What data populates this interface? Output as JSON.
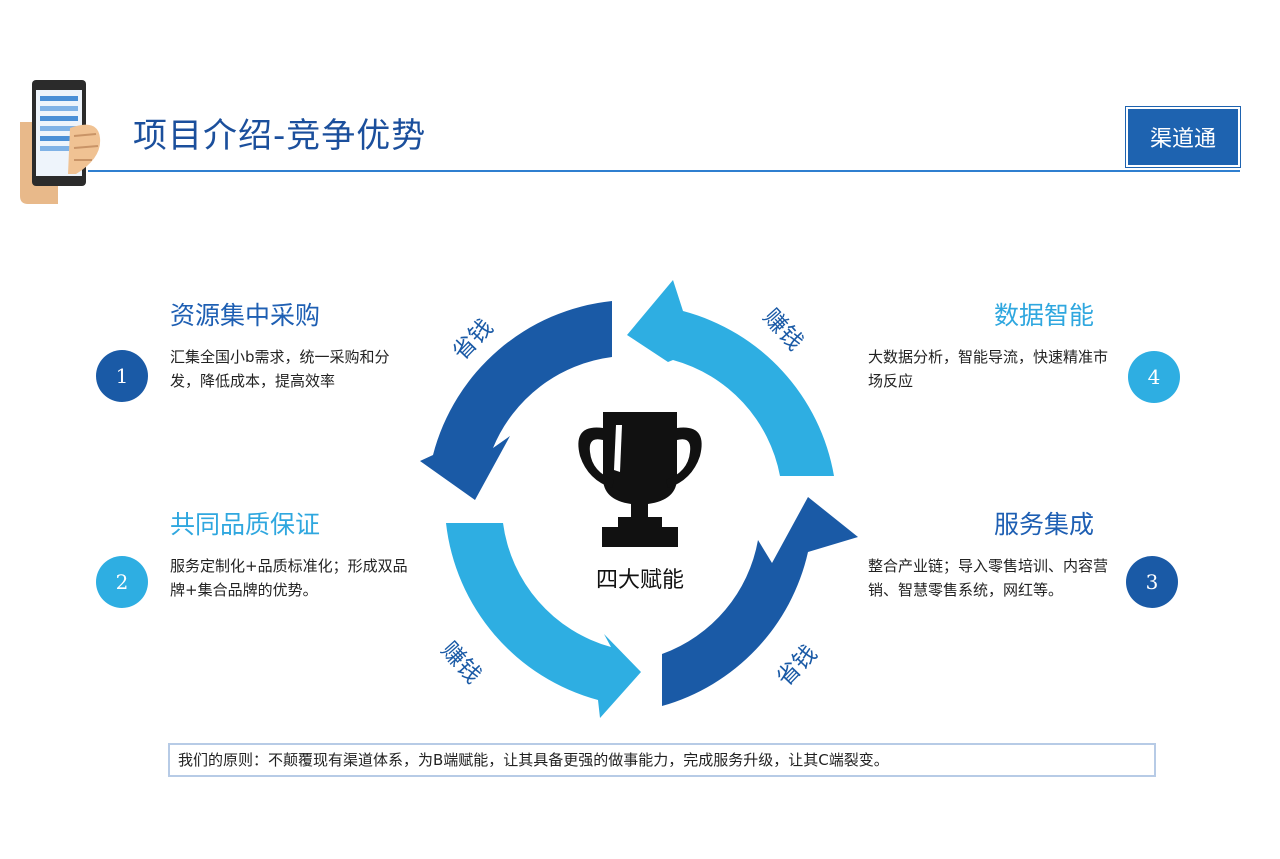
{
  "header": {
    "title": "项目介绍-竞争优势",
    "brand": "渠道通"
  },
  "center": {
    "label": "四大赋能"
  },
  "arrows": {
    "top_left": "省钱",
    "top_right": "赚钱",
    "bottom_left": "赚钱",
    "bottom_right": "省钱"
  },
  "features": [
    {
      "number": "1",
      "title": "资源集中采购",
      "desc": "汇集全国小b需求，统一采购和分发，降低成本，提高效率"
    },
    {
      "number": "2",
      "title": "共同品质保证",
      "desc": "服务定制化+品质标准化；形成双品牌+集合品牌的优势。"
    },
    {
      "number": "3",
      "title": "服务集成",
      "desc": "整合产业链；导入零售培训、内容营销、智慧零售系统，网红等。"
    },
    {
      "number": "4",
      "title": "数据智能",
      "desc": "大数据分析，智能导流，快速精准市场反应"
    }
  ],
  "principle": "我们的原则：不颠覆现有渠道体系，为B端赋能，让其具备更强的做事能力，完成服务升级，让其C端裂变。",
  "colors": {
    "dark_blue": "#1a5aa6",
    "light_blue": "#2eaee2",
    "title_blue": "#1b4f9c"
  }
}
